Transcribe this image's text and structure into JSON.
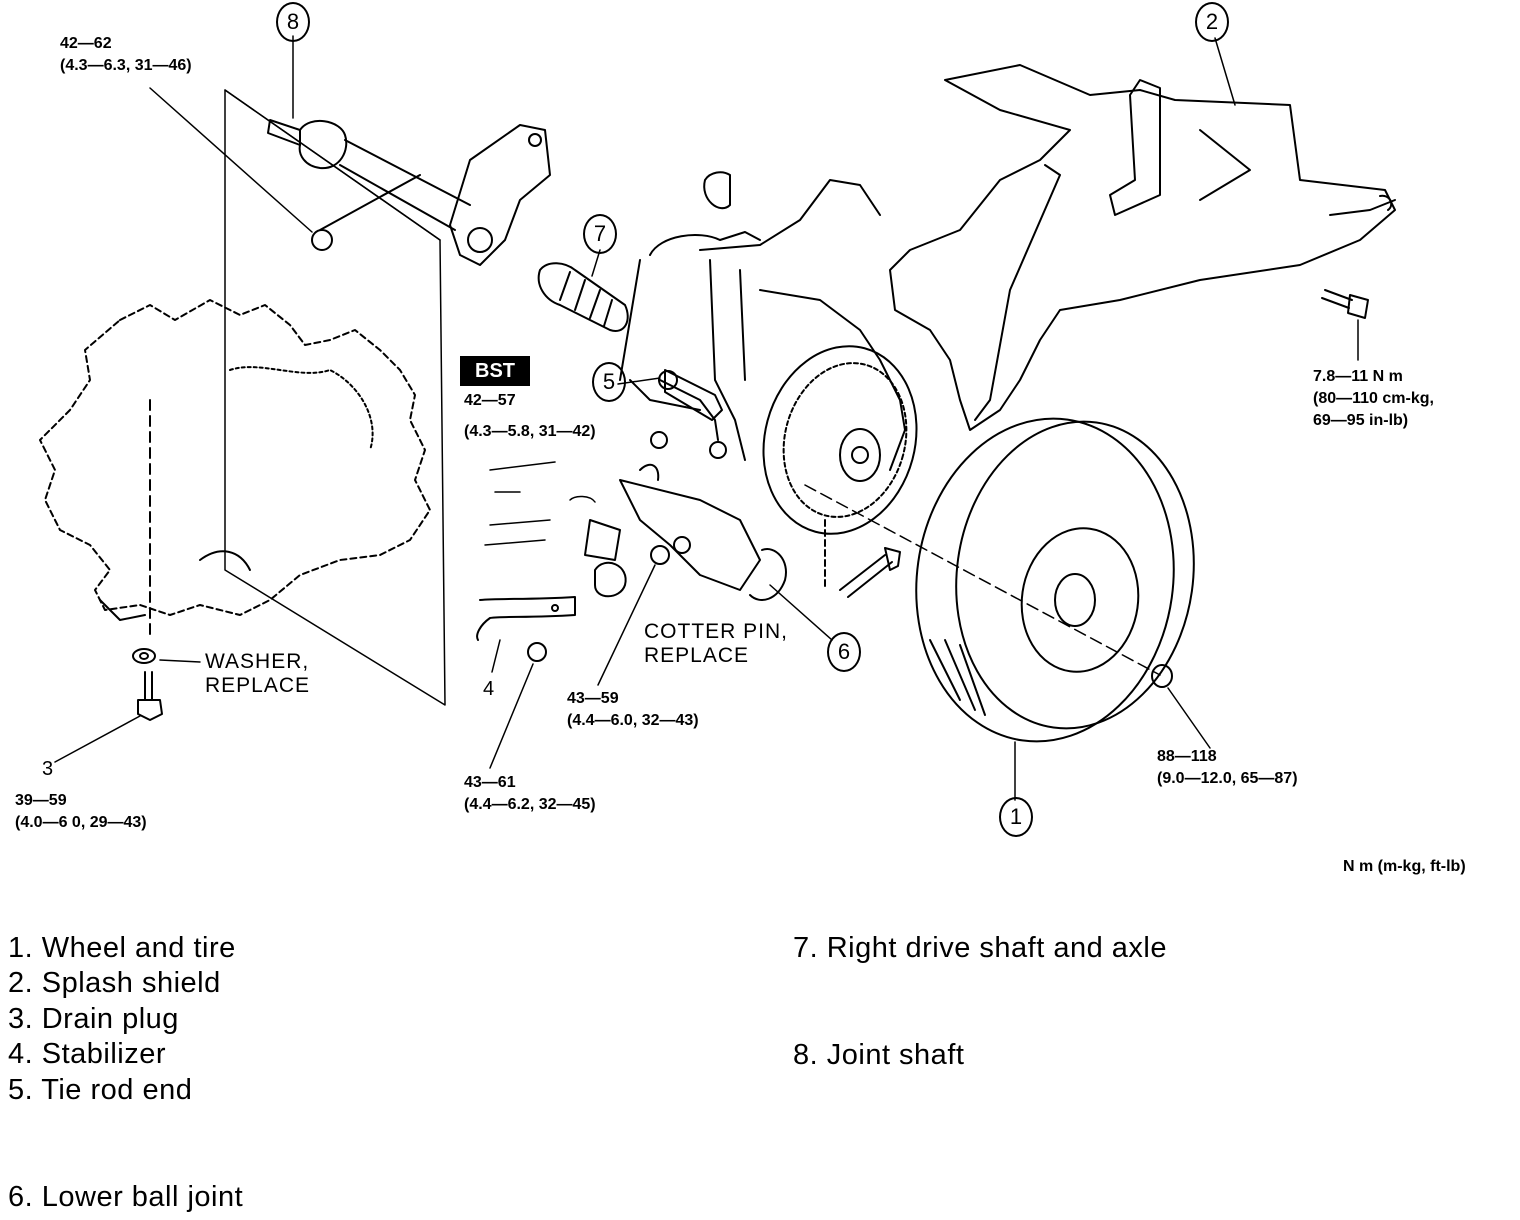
{
  "torque": {
    "joint_shaft_bolt": [
      "42—62",
      "(4.3—6.3, 31—46)"
    ],
    "tie_rod_nut": [
      "42—57",
      "(4.3—5.8, 31—42)"
    ],
    "splash_bolt": [
      "7.8—11 N m",
      "(80—110 cm-kg,",
      "69—95 in-lb)"
    ],
    "drain_plug": [
      "39—59",
      "(4.0—6 0, 29—43)"
    ],
    "ball_joint_nut": [
      "43—59",
      "(4.4—6.0, 32—43)"
    ],
    "stabilizer_nut": [
      "43—61",
      "(4.4—6.2, 32—45)"
    ],
    "hub_nut": [
      "88—118",
      "(9.0—12.0, 65—87)"
    ]
  },
  "notes": {
    "washer": [
      "WASHER,",
      "REPLACE"
    ],
    "cotter": [
      "COTTER PIN,",
      "REPLACE"
    ],
    "bst": "BST",
    "units": "N m (m-kg, ft-lb)"
  },
  "callouts": {
    "c1": "1",
    "c2": "2",
    "c3": "3",
    "c4": "4",
    "c5": "5",
    "c6": "6",
    "c7": "7",
    "c8": "8"
  },
  "legend": {
    "items": [
      "1. Wheel and tire",
      "2. Splash shield",
      "3. Drain plug",
      "4. Stabilizer",
      "5. Tie rod end",
      "6. Lower ball joint",
      "7. Right drive shaft and axle",
      "8. Joint shaft"
    ]
  },
  "colors": {
    "ink": "#000000",
    "paper": "#ffffff"
  }
}
